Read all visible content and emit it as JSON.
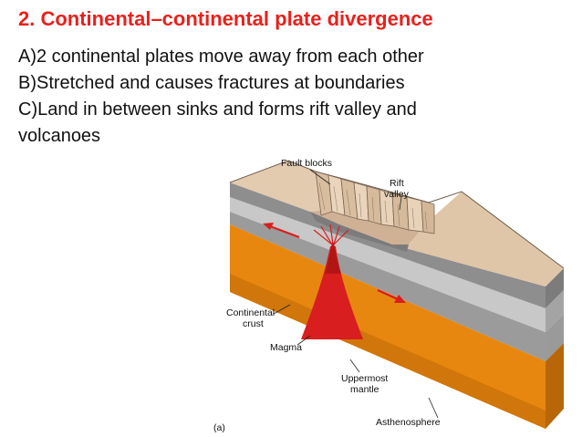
{
  "slide": {
    "title": "2. Continental–continental plate divergence",
    "bullets": [
      "A)2 continental plates move away from each other",
      "B)Stretched and causes fractures at boundaries",
      "C)Land in between sinks and forms rift valley and",
      "volcanoes"
    ]
  },
  "diagram": {
    "labels": {
      "fault_blocks": "Fault blocks",
      "rift_line1": "Rift",
      "rift_line2": "valley",
      "crust_line1": "Continental",
      "crust_line2": "crust",
      "magma": "Magma",
      "mantle_line1": "Uppermost",
      "mantle_line2": "mantle",
      "asthenosphere": "Asthenosphere",
      "figure_tag": "(a)"
    },
    "colors": {
      "title": "#e8211d",
      "crust_top": "#e3cbb0",
      "crust_side": "#9a9a9a",
      "mantle_band": "#c4c4c4",
      "asthenosphere": "#e8870f",
      "magma": "#d81e1e",
      "arrow": "#d81e1e"
    }
  }
}
